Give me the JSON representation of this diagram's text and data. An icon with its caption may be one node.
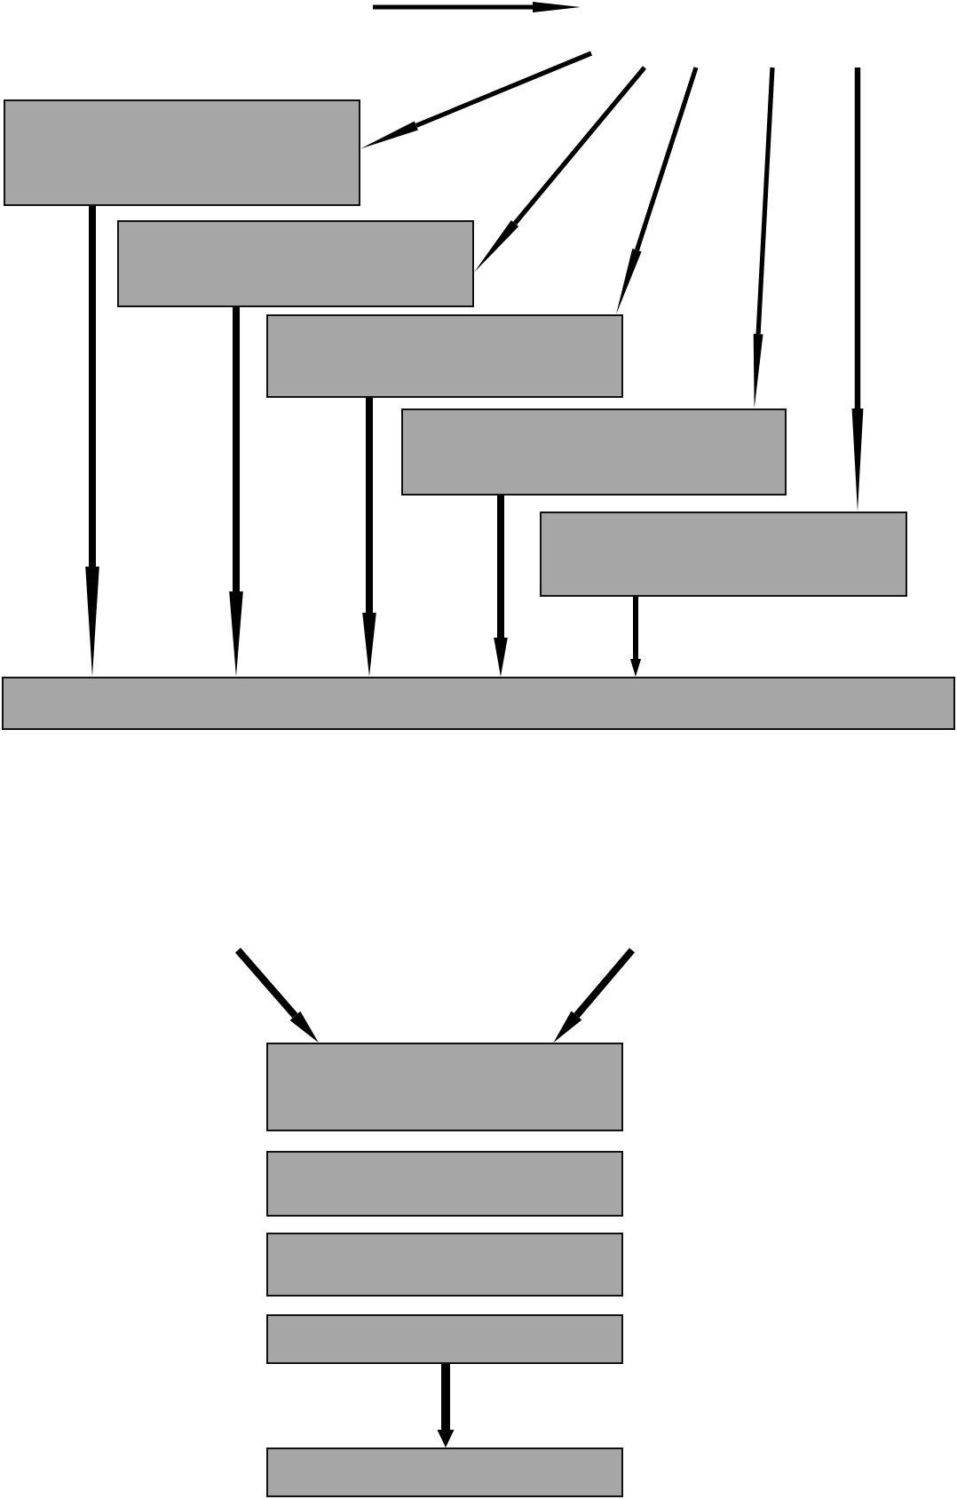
{
  "diagram": {
    "nodes": [
      {
        "text": [],
        "shape": "box"
      },
      {
        "text": [],
        "shape": "box"
      },
      {
        "text": [],
        "shape": "box"
      },
      {
        "text": [],
        "shape": "box"
      },
      {
        "text": [],
        "shape": "box"
      },
      {
        "text": [],
        "shape": "box"
      },
      {
        "text": [],
        "shape": "box"
      },
      {
        "text": [],
        "shape": "box"
      },
      {
        "text": [],
        "shape": "box"
      },
      {
        "text": [],
        "shape": "box"
      },
      {
        "text": [],
        "shape": "box"
      }
    ],
    "edges": [
      {
        "from": null,
        "to": 0,
        "arrow": "to"
      },
      {
        "from": null,
        "to": 1,
        "arrow": "to"
      },
      {
        "from": null,
        "to": 2,
        "arrow": "to"
      },
      {
        "from": null,
        "to": 3,
        "arrow": "to"
      },
      {
        "from": null,
        "to": 4,
        "arrow": "to"
      },
      {
        "from": 0,
        "to": 5,
        "arrow": "to"
      },
      {
        "from": 1,
        "to": 5,
        "arrow": "to"
      },
      {
        "from": 2,
        "to": 5,
        "arrow": "to"
      },
      {
        "from": 3,
        "to": 5,
        "arrow": "to"
      },
      {
        "from": 4,
        "to": 5,
        "arrow": "to"
      },
      {
        "from": null,
        "to": 6,
        "arrow": "to"
      },
      {
        "from": null,
        "to": 6,
        "arrow": "to"
      },
      {
        "from": 9,
        "to": 10,
        "arrow": "to"
      }
    ]
  }
}
